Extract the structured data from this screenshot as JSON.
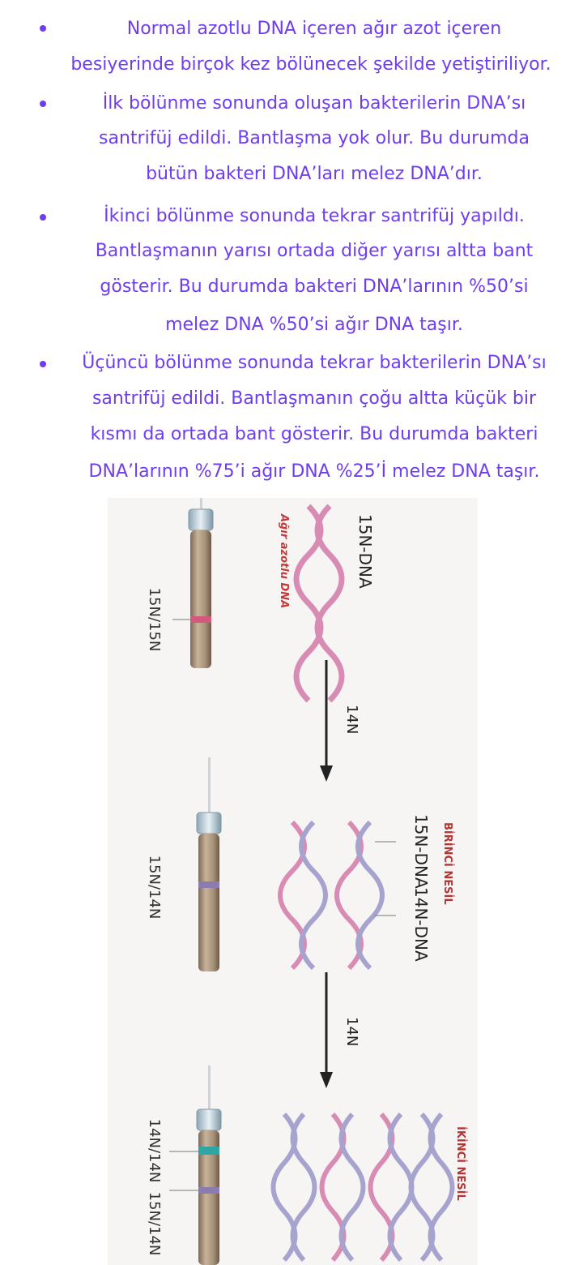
{
  "bullets": [
    {
      "lines": [
        "Normal azotlu DNA içeren ağır azot içeren",
        "besiyerinde birçok kez bölünecek şekilde yetiştiriliyor."
      ]
    },
    {
      "lines": [
        "İlk bölünme sonunda oluşan bakterilerin DNA’sı",
        "santrifüj edildi. Bantlaşma yok olur. Bu durumda",
        "bütün bakteri DNA’ları melez DNA’dır."
      ]
    },
    {
      "lines": [
        "İkinci bölünme sonunda tekrar santrifüj yapıldı.",
        "Bantlaşmanın yarısı ortada diğer yarısı altta bant",
        "gösterir. Bu durumda bakteri DNA’larının %50’si",
        "melez DNA %50’si ağır DNA taşır."
      ]
    },
    {
      "lines": [
        "Üçüncü bölünme sonunda tekrar bakterilerin DNA’sı",
        "santrifüj edildi. Bantlaşmanın çoğu altta küçük bir",
        "kısmı da ortada bant gösterir. Bu durumda bakteri",
        "DNA’larının %75’i ağır DNA %25’İ melez DNA taşır."
      ]
    }
  ],
  "figure": {
    "stage1": {
      "dna_label": "15N-DNA",
      "side_label": "Ağır azotlu DNA",
      "tube_label": "15N/15N"
    },
    "arrow1_label": "14N",
    "stage2": {
      "generation_label": "BİRİNCİ NESİL",
      "strand_label_a": "15N-DNA",
      "strand_label_b": "14N-DNA",
      "tube_label": "15N/14N"
    },
    "arrow2_label": "14N",
    "stage3": {
      "generation_label": "İKİNCİ NESİL",
      "tube_label_a": "14N/14N",
      "tube_label_b": "15N/14N"
    },
    "colors": {
      "text": "#6f3df0",
      "heavy_strand": "#d88cb4",
      "light_strand": "#a7a3cf",
      "heavy_band": "#d2587c",
      "hybrid_band": "#8a7bb0",
      "light_band": "#2fa6a3",
      "generation_label": "#b43535"
    }
  }
}
